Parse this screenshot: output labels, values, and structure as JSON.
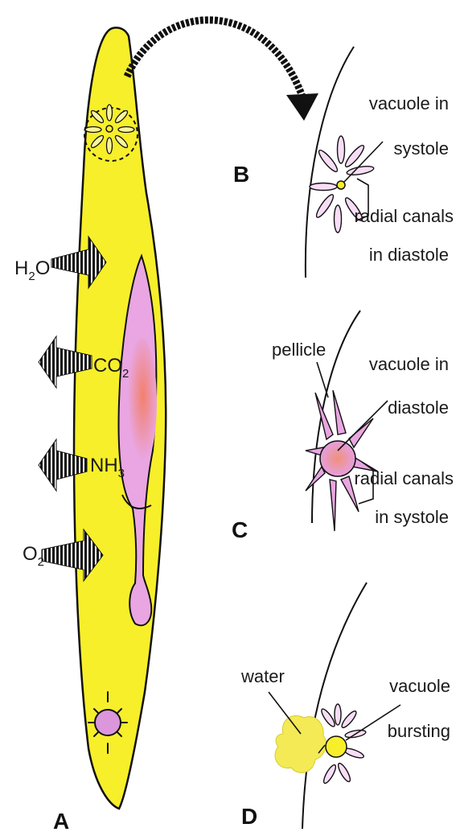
{
  "panels": {
    "a": {
      "letter": "A"
    },
    "b": {
      "letter": "B",
      "vacuole_l1": "vacuole in",
      "vacuole_l2": "systole",
      "canals_l1": "radial canals",
      "canals_l2": "in diastole"
    },
    "c": {
      "letter": "C",
      "pellicle": "pellicle",
      "vacuole_l1": "vacuole in",
      "vacuole_l2": "diastole",
      "canals_l1": "radial canals",
      "canals_l2": "in systole"
    },
    "d": {
      "letter": "D",
      "water": "water",
      "vacuole_l1": "vacuole",
      "vacuole_l2": "bursting"
    }
  },
  "exchange": {
    "h2o": {
      "main": "H",
      "sub": "2",
      "tail": "O"
    },
    "co2": {
      "main": "CO",
      "sub": "2"
    },
    "nh3": {
      "main": "NH",
      "sub": "3"
    },
    "o2": {
      "main": "O",
      "sub": "2"
    }
  },
  "colors": {
    "cell": "#f7ef2a",
    "vacuole": "#e9a6e2",
    "food": "#f08a8a",
    "outline": "#111111"
  }
}
